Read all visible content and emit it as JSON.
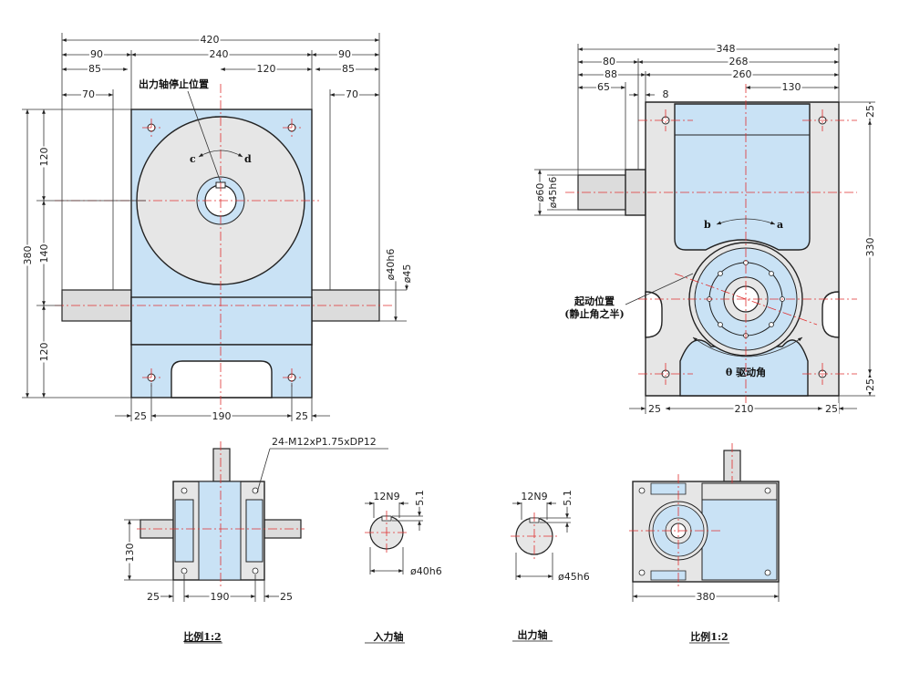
{
  "front_view": {
    "dims_top": [
      "420",
      "90",
      "240",
      "90",
      "85",
      "120",
      "85",
      "70",
      "70"
    ],
    "dims_left": [
      "380",
      "120",
      "140",
      "120"
    ],
    "dims_right": [
      "ø40h6",
      "ø45"
    ],
    "dims_bottom": [
      "25",
      "190",
      "25"
    ],
    "label_output_stop": "出力轴停止位置",
    "arrow_c": "c",
    "arrow_d": "d"
  },
  "side_view": {
    "dims_top": [
      "348",
      "80",
      "268",
      "88",
      "260",
      "65",
      "8",
      "130"
    ],
    "dims_left": [
      "ø60",
      "ø45h6"
    ],
    "dims_right": [
      "25",
      "330",
      "25"
    ],
    "dims_bottom": [
      "25",
      "210",
      "25"
    ],
    "label_start_line1": "起动位置",
    "label_start_line2": "(静止角之半)",
    "label_drive": "θ 驱动角",
    "arrow_b": "b",
    "arrow_a": "a"
  },
  "bottom_left": {
    "thread": "24-M12xP1.75xDP12",
    "dim_130": "130",
    "dims_bottom": [
      "25",
      "190",
      "25"
    ],
    "caption": "比例1:2"
  },
  "input_shaft": {
    "key": "12N9",
    "depth": "5.1",
    "dia": "ø40h6",
    "caption": "入力轴"
  },
  "output_shaft": {
    "key": "12N9",
    "depth": "5.1",
    "dia": "ø45h6",
    "caption": "出力轴"
  },
  "bottom_right": {
    "dim": "380",
    "caption": "比例1:2"
  },
  "colors": {
    "body_blue": "#c9e2f5",
    "body_grey": "#e6e6e6",
    "centerline": "#e03030"
  }
}
